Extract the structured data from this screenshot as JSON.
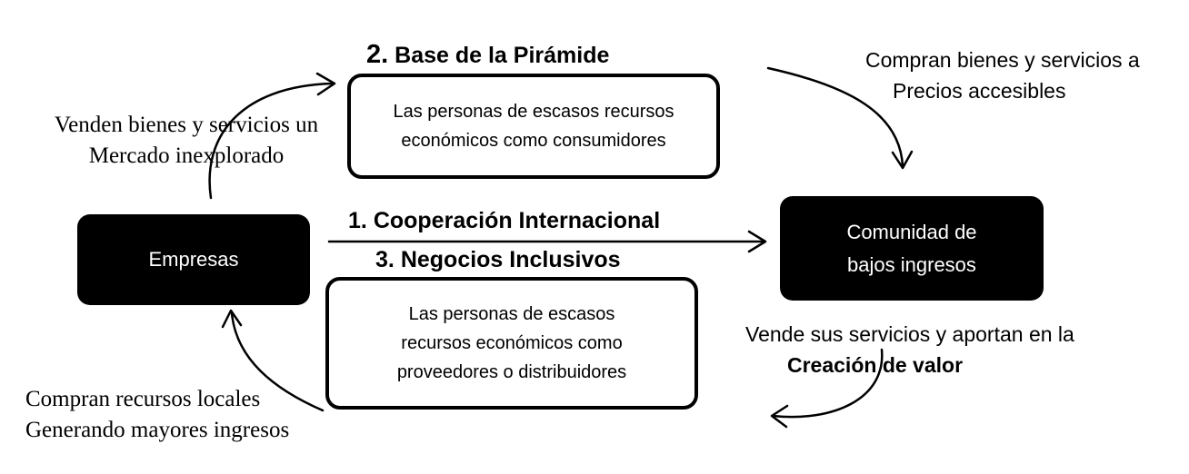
{
  "nodes": {
    "empresas": "Empresas",
    "comunidad_line1": "Comunidad de",
    "comunidad_line2": "bajos ingresos",
    "base_box_line1": "Las personas de escasos recursos",
    "base_box_line2": "económicos como consumidores",
    "negocios_box_line1": "Las personas de escasos",
    "negocios_box_line2": "recursos económicos como",
    "negocios_box_line3": "proveedores o distribuidores"
  },
  "headings": {
    "base_num": "2.",
    "base_label": "Base de la Pirámide",
    "cooperacion_num": "1.",
    "cooperacion_label": "Cooperación  Internacional",
    "negocios_num": "3.",
    "negocios_label": "Negocios Inclusivos"
  },
  "labels": {
    "venden_line1": "Venden bienes y servicios un",
    "venden_line2": "Mercado inexplorado",
    "compran_bienes_line1": "Compran bienes y servicios a",
    "compran_bienes_line2": "Precios accesibles",
    "vende_line1": "Vende sus servicios y aportan en la",
    "vende_line2": "Creación de valor",
    "compran_recursos_line1": "Compran recursos locales",
    "compran_recursos_line2": "Generando mayores ingresos"
  }
}
